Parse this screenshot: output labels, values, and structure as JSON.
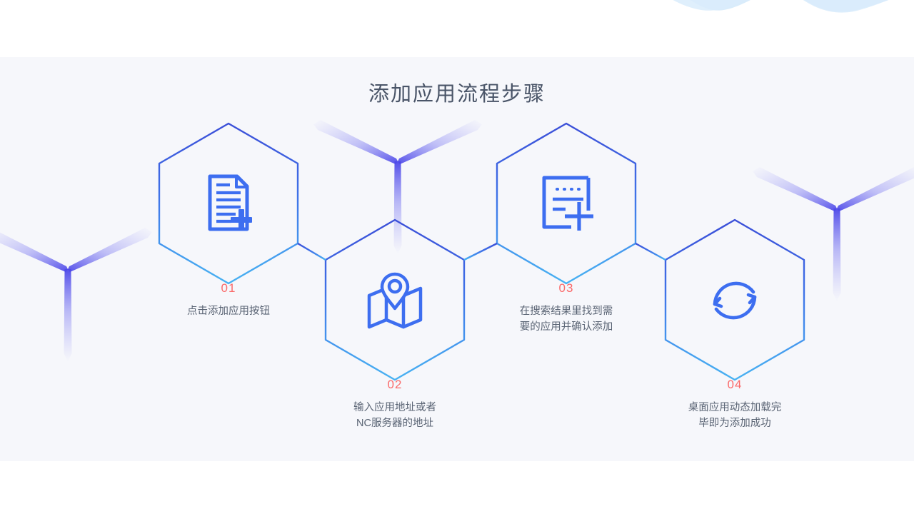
{
  "page": {
    "title": "添加应用流程步骤",
    "background_color": "#f6f7fb",
    "header_color": "#ffffff",
    "cloud_color": "#d9ecfb",
    "number_color": "#fa6a6a",
    "text_color": "#5a6474",
    "hex_stroke_top": "#3b4fd8",
    "hex_stroke_bottom": "#44aaf0",
    "icon_color": "#3d6ef0",
    "deco_color": "#5a5af0"
  },
  "steps": [
    {
      "number": "01",
      "description": "点击添加应用按钮",
      "icon": "document-add-icon"
    },
    {
      "number": "02",
      "description": "输入应用地址或者\nNC服务器的地址",
      "icon": "map-pin-icon"
    },
    {
      "number": "03",
      "description": "在搜索结果里找到需\n要的应用并确认添加",
      "icon": "window-add-icon"
    },
    {
      "number": "04",
      "description": "桌面应用动态加载完\n毕即为添加成功",
      "icon": "refresh-sync-icon"
    }
  ],
  "decorations": [
    {
      "name": "propeller-left"
    },
    {
      "name": "propeller-center"
    },
    {
      "name": "propeller-right"
    }
  ]
}
